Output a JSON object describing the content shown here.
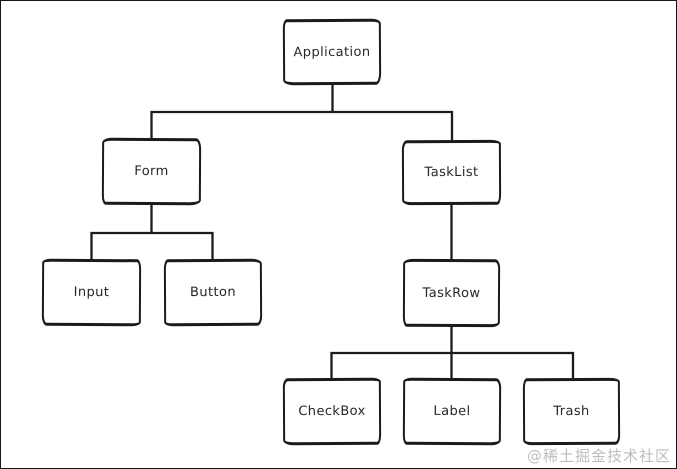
{
  "diagram": {
    "title": "component-tree",
    "type": "tree",
    "nodes": [
      {
        "id": "application",
        "label": "Application"
      },
      {
        "id": "form",
        "label": "Form"
      },
      {
        "id": "tasklist",
        "label": "TaskList"
      },
      {
        "id": "input",
        "label": "Input"
      },
      {
        "id": "button",
        "label": "Button"
      },
      {
        "id": "taskrow",
        "label": "TaskRow"
      },
      {
        "id": "checkbox",
        "label": "CheckBox"
      },
      {
        "id": "label",
        "label": "Label"
      },
      {
        "id": "trash",
        "label": "Trash"
      }
    ],
    "edges": [
      {
        "from": "Application",
        "to": "Form"
      },
      {
        "from": "Application",
        "to": "TaskList"
      },
      {
        "from": "Form",
        "to": "Input"
      },
      {
        "from": "Form",
        "to": "Button"
      },
      {
        "from": "TaskList",
        "to": "TaskRow"
      },
      {
        "from": "TaskRow",
        "to": "CheckBox"
      },
      {
        "from": "TaskRow",
        "to": "Label"
      },
      {
        "from": "TaskRow",
        "to": "Trash"
      }
    ],
    "colors": {
      "stroke": "#1c1c1c",
      "background": "#ffffff",
      "frame": "#161616",
      "watermark": "#bdbdbd"
    }
  },
  "watermark": {
    "text": "@稀土掘金技术社区"
  }
}
